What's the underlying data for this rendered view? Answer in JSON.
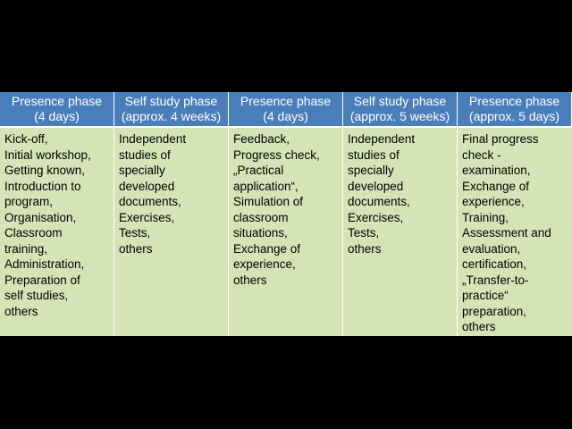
{
  "table": {
    "headers": [
      {
        "line1": "Presence phase",
        "line2": "(4 days)"
      },
      {
        "line1": "Self study phase",
        "line2": "(approx. 4 weeks)"
      },
      {
        "line1": "Presence phase",
        "line2": "(4 days)"
      },
      {
        "line1": "Self study phase",
        "line2": "(approx. 5 weeks)"
      },
      {
        "line1": "Presence phase",
        "line2": "(approx. 5 days)"
      }
    ],
    "columns": [
      [
        "Kick-off,",
        "Initial workshop,",
        "Getting known,",
        "Introduction to",
        "program,",
        "Organisation,",
        "Classroom",
        "training,",
        "Administration,",
        "Preparation of",
        "self studies,",
        "others"
      ],
      [
        "Independent",
        "studies of",
        "specially",
        "developed",
        "documents,",
        "Exercises,",
        "Tests,",
        "others"
      ],
      [
        "Feedback,",
        "Progress check,",
        "„Practical",
        "application“,",
        "Simulation of",
        "classroom",
        "situations,",
        "Exchange of",
        "experience,",
        "others"
      ],
      [
        "Independent",
        "studies of",
        "specially",
        "developed",
        "documents,",
        "Exercises,",
        "Tests,",
        "others"
      ],
      [
        "Final progress",
        "check -",
        "examination,",
        "Exchange of",
        "experience,",
        "Training,",
        "Assessment and",
        "evaluation,",
        "certification,",
        "„Transfer-to-",
        "practice“",
        "preparation,",
        "others"
      ]
    ]
  },
  "colors": {
    "header_bg": "#4a7ebb",
    "body_bg": "#d5e4b6",
    "page_bg": "#000000"
  }
}
